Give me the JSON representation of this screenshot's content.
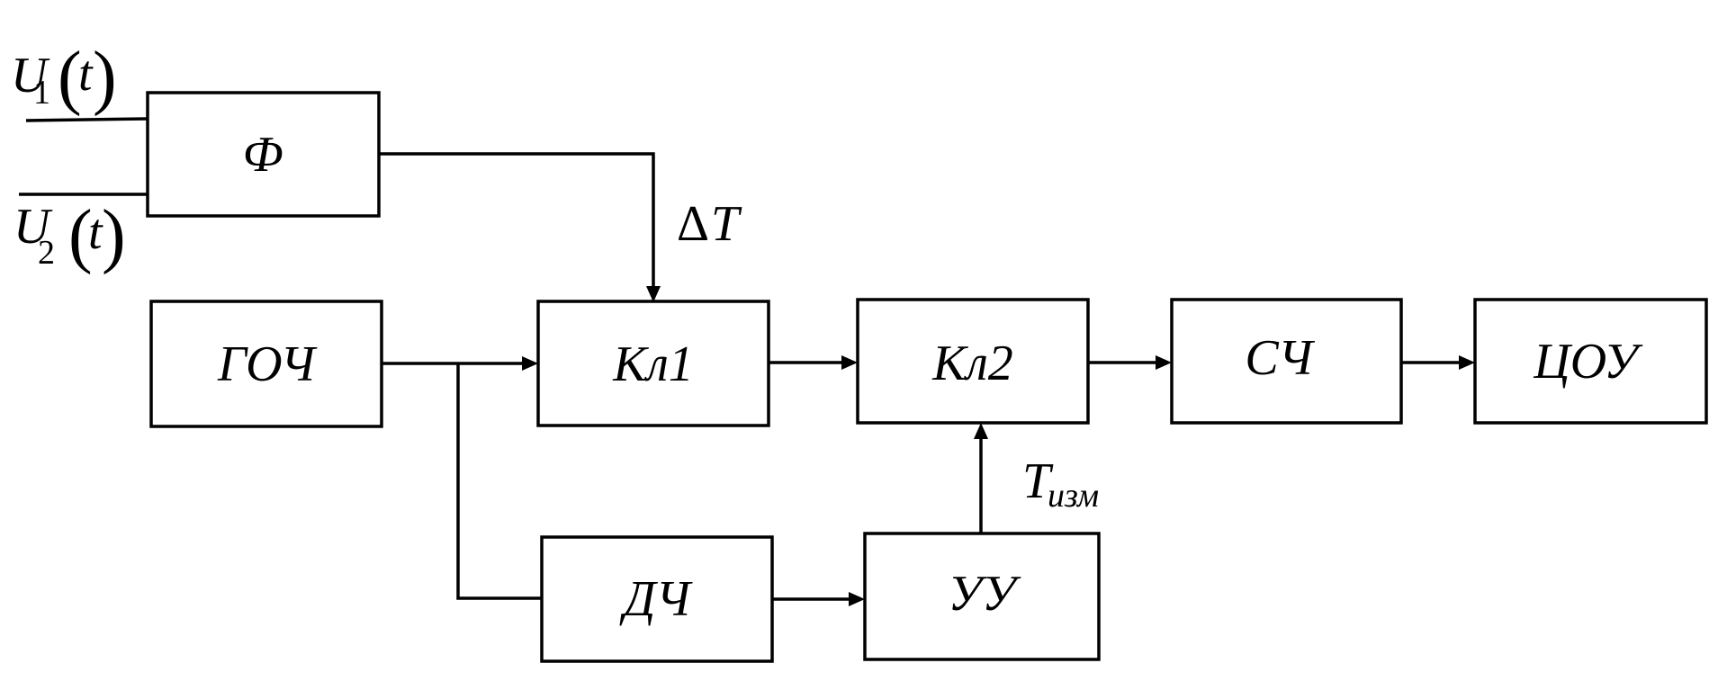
{
  "diagram": {
    "title": "",
    "blocks": [
      {
        "id": "phi",
        "label": "Ф"
      },
      {
        "id": "goch",
        "label": "ГОЧ"
      },
      {
        "id": "kl1",
        "label": "Кл1"
      },
      {
        "id": "kl2",
        "label": "Кл2"
      },
      {
        "id": "sch",
        "label": "СЧ"
      },
      {
        "id": "tsou",
        "label": "ЦОУ"
      },
      {
        "id": "dch",
        "label": "ДЧ"
      },
      {
        "id": "uu",
        "label": "УУ"
      }
    ],
    "inputs": [
      {
        "symbol": "U",
        "subscript": "1",
        "arg": "t"
      },
      {
        "symbol": "U",
        "subscript": "2",
        "arg": "t"
      }
    ],
    "signals": {
      "delta_t": {
        "prefix": "Δ",
        "symbol": "T"
      },
      "t_izm": {
        "symbol": "T",
        "subscript": "изм"
      }
    },
    "connections": [
      {
        "from": "U1(t)",
        "to": "phi"
      },
      {
        "from": "U2(t)",
        "to": "phi"
      },
      {
        "from": "phi",
        "to": "kl1",
        "label": "ΔT"
      },
      {
        "from": "goch",
        "to": "kl1"
      },
      {
        "from": "goch",
        "to": "dch"
      },
      {
        "from": "kl1",
        "to": "kl2"
      },
      {
        "from": "dch",
        "to": "uu"
      },
      {
        "from": "uu",
        "to": "kl2",
        "label": "Tизм"
      },
      {
        "from": "kl2",
        "to": "sch"
      },
      {
        "from": "sch",
        "to": "tsou"
      }
    ]
  }
}
